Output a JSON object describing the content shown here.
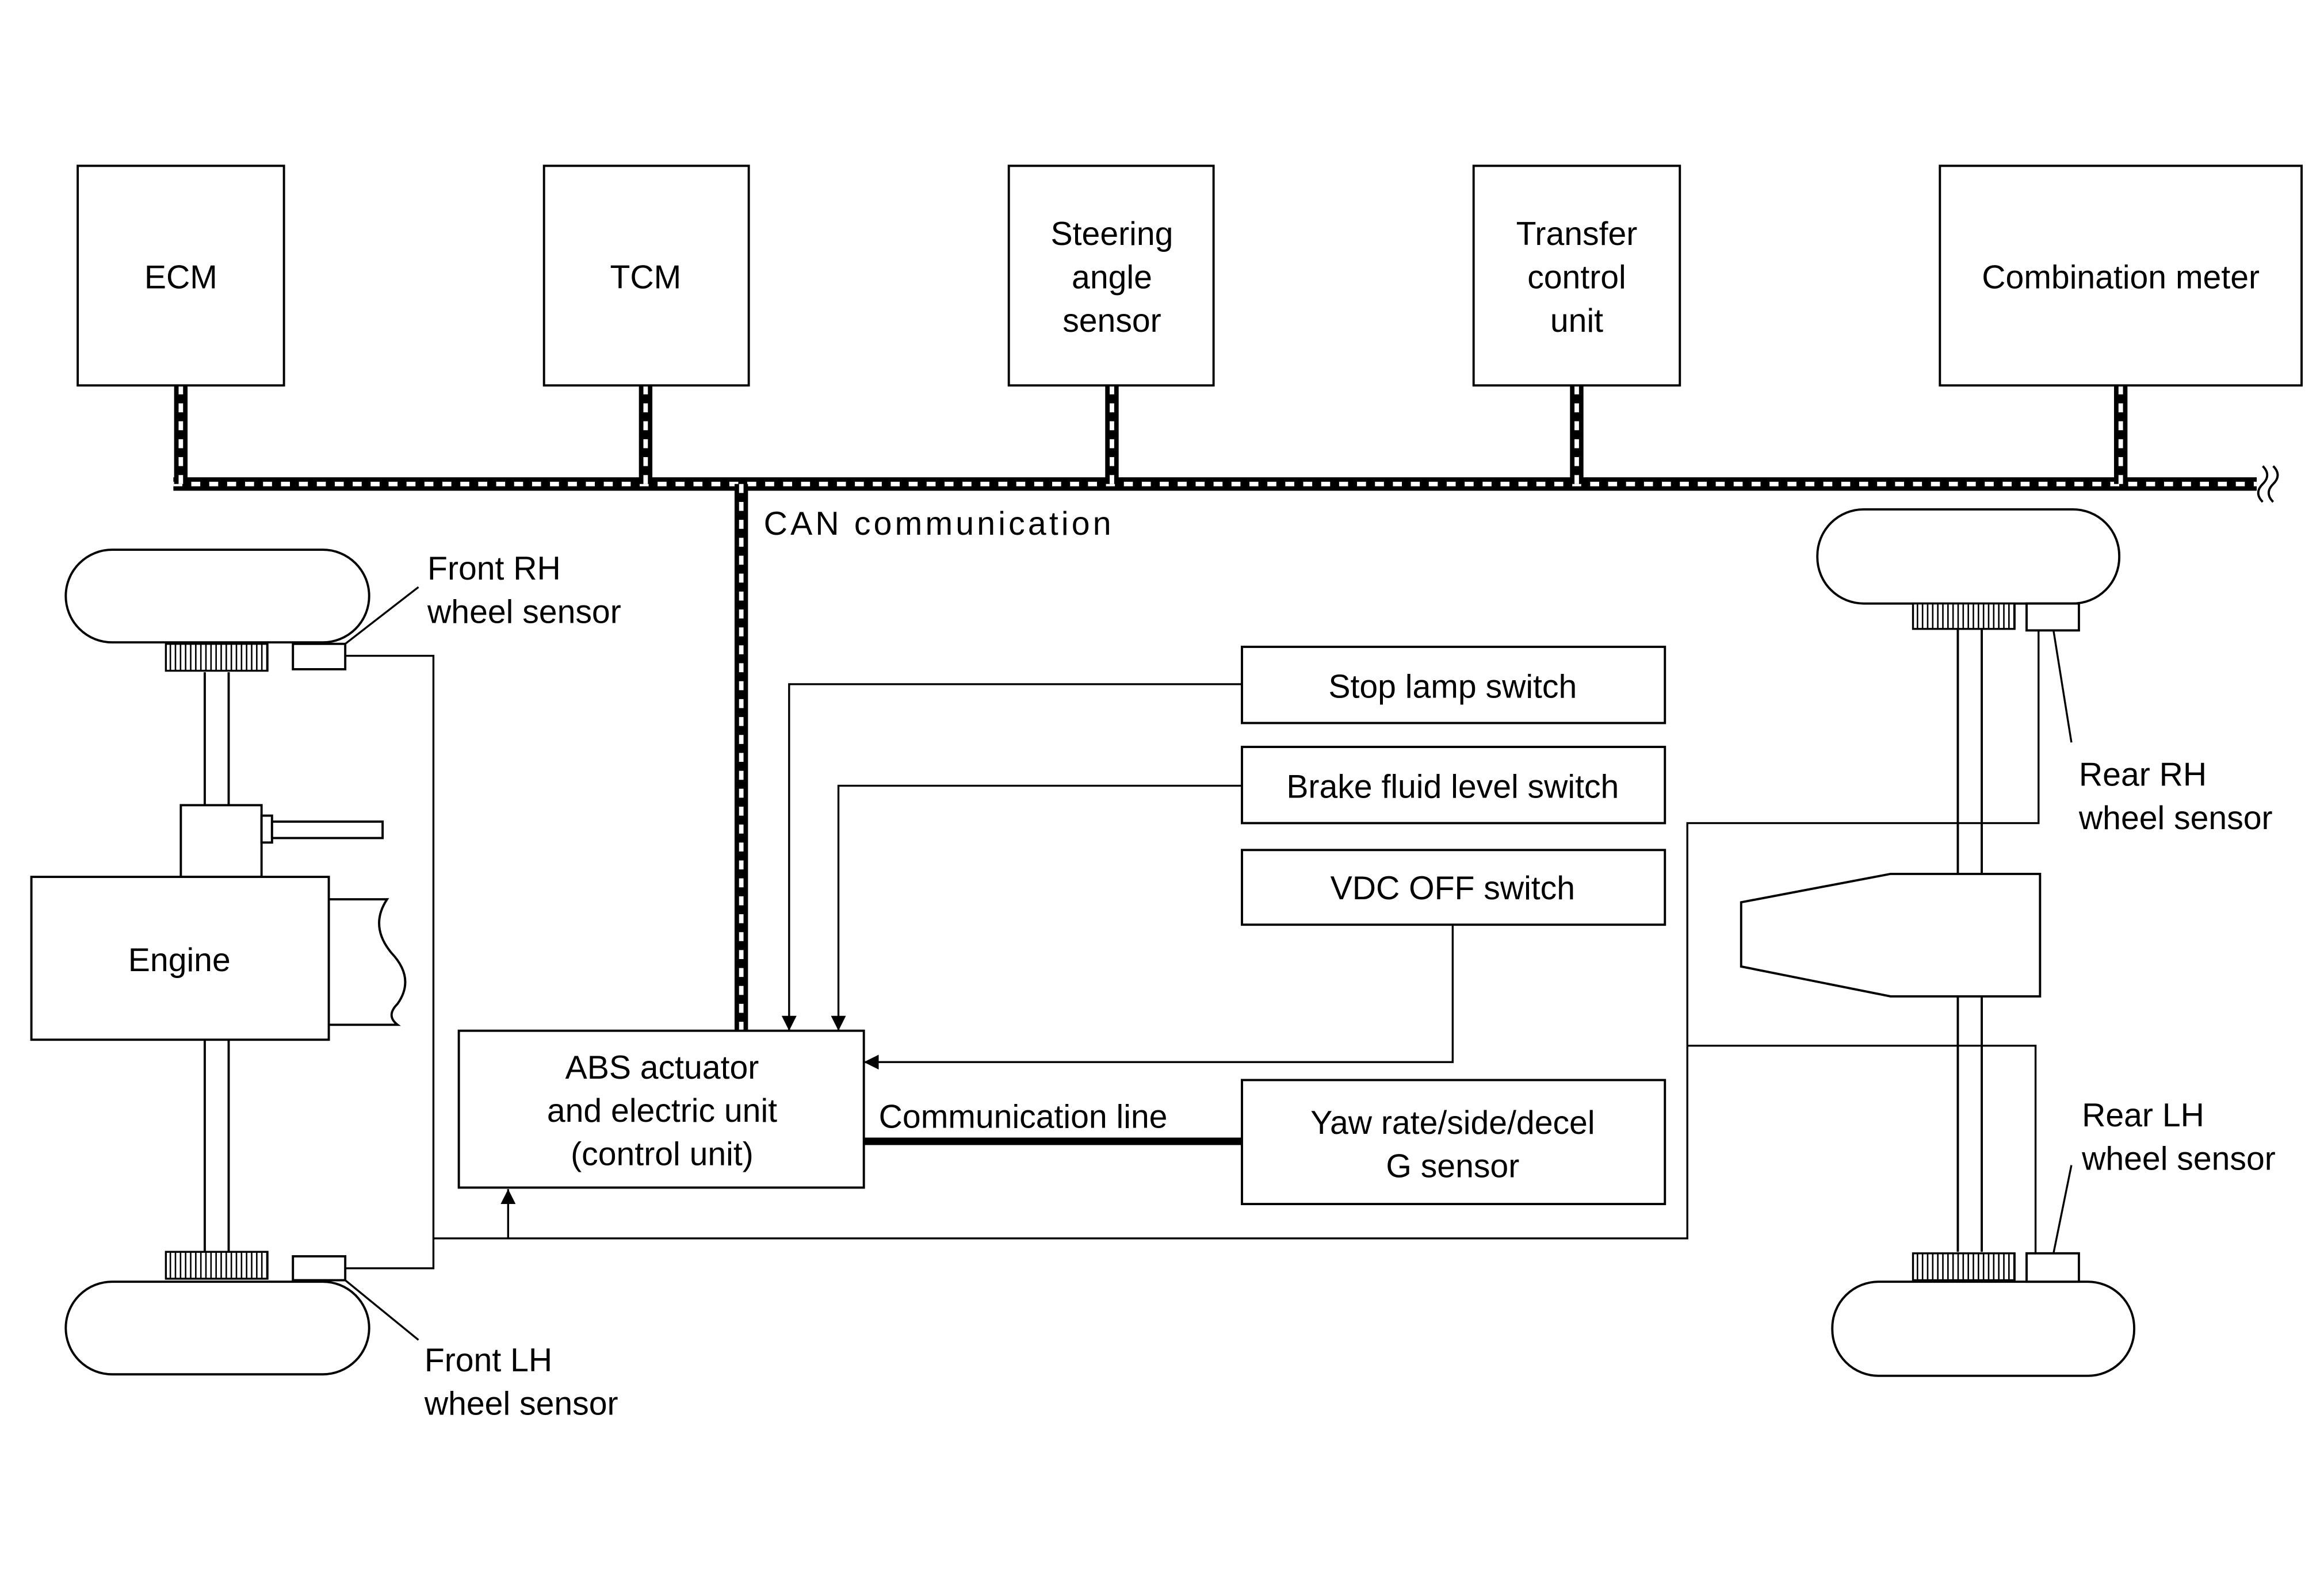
{
  "can_bus": {
    "label": "CAN communication",
    "modules": [
      {
        "id": "ecm",
        "lines": [
          "ECM"
        ]
      },
      {
        "id": "tcm",
        "lines": [
          "TCM"
        ]
      },
      {
        "id": "steering-angle-sensor",
        "lines": [
          "Steering",
          "angle",
          "sensor"
        ]
      },
      {
        "id": "transfer-control-unit",
        "lines": [
          "Transfer",
          "control",
          "unit"
        ]
      },
      {
        "id": "combination-meter",
        "lines": [
          "Combination meter"
        ]
      }
    ]
  },
  "switches": {
    "stop_lamp": "Stop lamp switch",
    "brake_fluid": "Brake fluid level switch",
    "vdc_off": "VDC OFF switch"
  },
  "abs_unit": {
    "lines": [
      "ABS actuator",
      "and electric unit",
      "(control unit)"
    ]
  },
  "communication_line": "Communication line",
  "yaw_sensor": {
    "lines": [
      "Yaw rate/side/decel",
      "G sensor"
    ]
  },
  "engine": "Engine",
  "wheel_sensors": {
    "front_rh": [
      "Front RH",
      "wheel sensor"
    ],
    "front_lh": [
      "Front LH",
      "wheel sensor"
    ],
    "rear_rh": [
      "Rear RH",
      "wheel sensor"
    ],
    "rear_lh": [
      "Rear LH",
      "wheel sensor"
    ]
  },
  "colors": {
    "line": "#000000",
    "background": "#ffffff"
  }
}
